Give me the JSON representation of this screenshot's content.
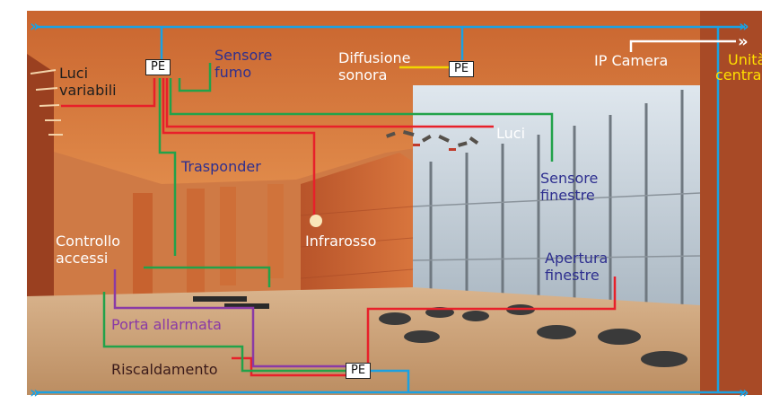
{
  "labels": {
    "luci_variabili": [
      "Luci",
      "variabili"
    ],
    "sensore_fumo": [
      "Sensore",
      "fumo"
    ],
    "diffusione_sonora": [
      "Diffusione",
      "sonora"
    ],
    "ip_camera": "IP Camera",
    "unita_centrale": [
      "Unità",
      "centrale"
    ],
    "luci": "Luci",
    "trasponder": "Trasponder",
    "sensore_finestre": [
      "Sensore",
      "finestre"
    ],
    "controllo_accessi": [
      "Controllo",
      "accessi"
    ],
    "infrarosso": "Infrarosso",
    "apertura_finestre": [
      "Apertura",
      "finestre"
    ],
    "porta_allarmata": "Porta allarmata",
    "riscaldamento": "Riscaldamento"
  },
  "pe_label": "PE",
  "arrow_glyph": "»",
  "colors": {
    "bus": "#1ba1e2",
    "red_line": "#e8202a",
    "green_line": "#22a24a",
    "yellow_line": "#f2d600",
    "purple_line": "#8a3aa6",
    "label_blue": "#2e2f8f"
  }
}
